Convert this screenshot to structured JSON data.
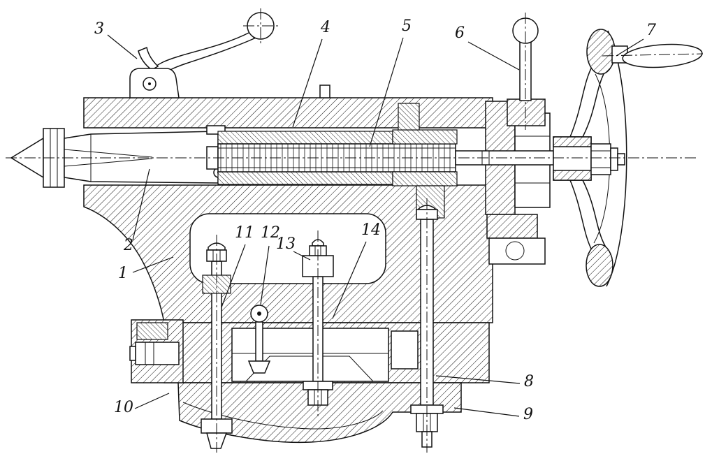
{
  "figure": {
    "type": "technical-sectional-drawing",
    "callouts": [
      {
        "label": "3"
      },
      {
        "label": "4"
      },
      {
        "label": "5"
      },
      {
        "label": "6"
      },
      {
        "label": "7"
      },
      {
        "label": "2"
      },
      {
        "label": "1"
      },
      {
        "label": "11"
      },
      {
        "label": "12"
      },
      {
        "label": "13"
      },
      {
        "label": "14"
      },
      {
        "label": "10"
      },
      {
        "label": "8"
      },
      {
        "label": "9"
      }
    ]
  },
  "colors": {
    "ink": "#111111",
    "paper": "#ffffff"
  }
}
